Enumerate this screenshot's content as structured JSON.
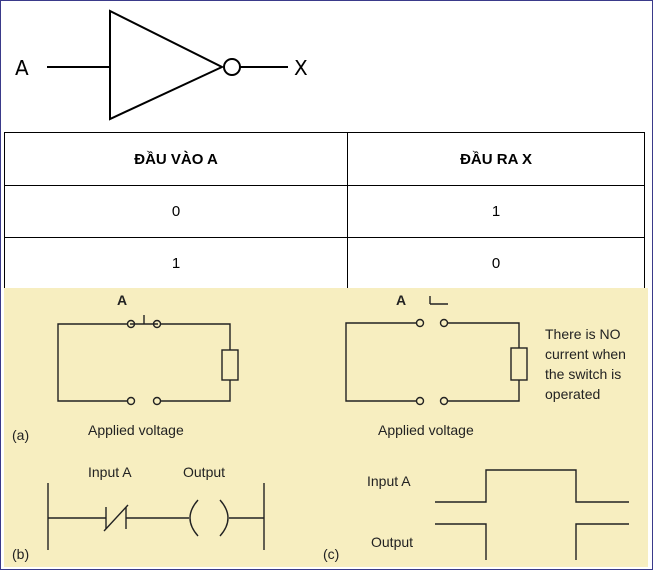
{
  "gate": {
    "input_label": "A",
    "output_label": "X"
  },
  "truth_table": {
    "headers": [
      "ĐẦU VÀO A",
      "ĐẦU RA X"
    ],
    "rows": [
      [
        "0",
        "1"
      ],
      [
        "1",
        "0"
      ]
    ]
  },
  "panel": {
    "background": "#f7eec0",
    "diagram_a": {
      "switch_label": "A",
      "caption": "Applied voltage",
      "tag": "(a)"
    },
    "diagram_a2": {
      "switch_label": "A",
      "caption": "Applied voltage",
      "note": [
        "There is NO",
        "current when",
        "the switch is",
        "operated"
      ]
    },
    "ladder": {
      "input_label": "Input A",
      "output_label": "Output",
      "tag": "(b)"
    },
    "timing": {
      "input_label": "Input A",
      "output_label": "Output",
      "tag": "(c)"
    }
  }
}
